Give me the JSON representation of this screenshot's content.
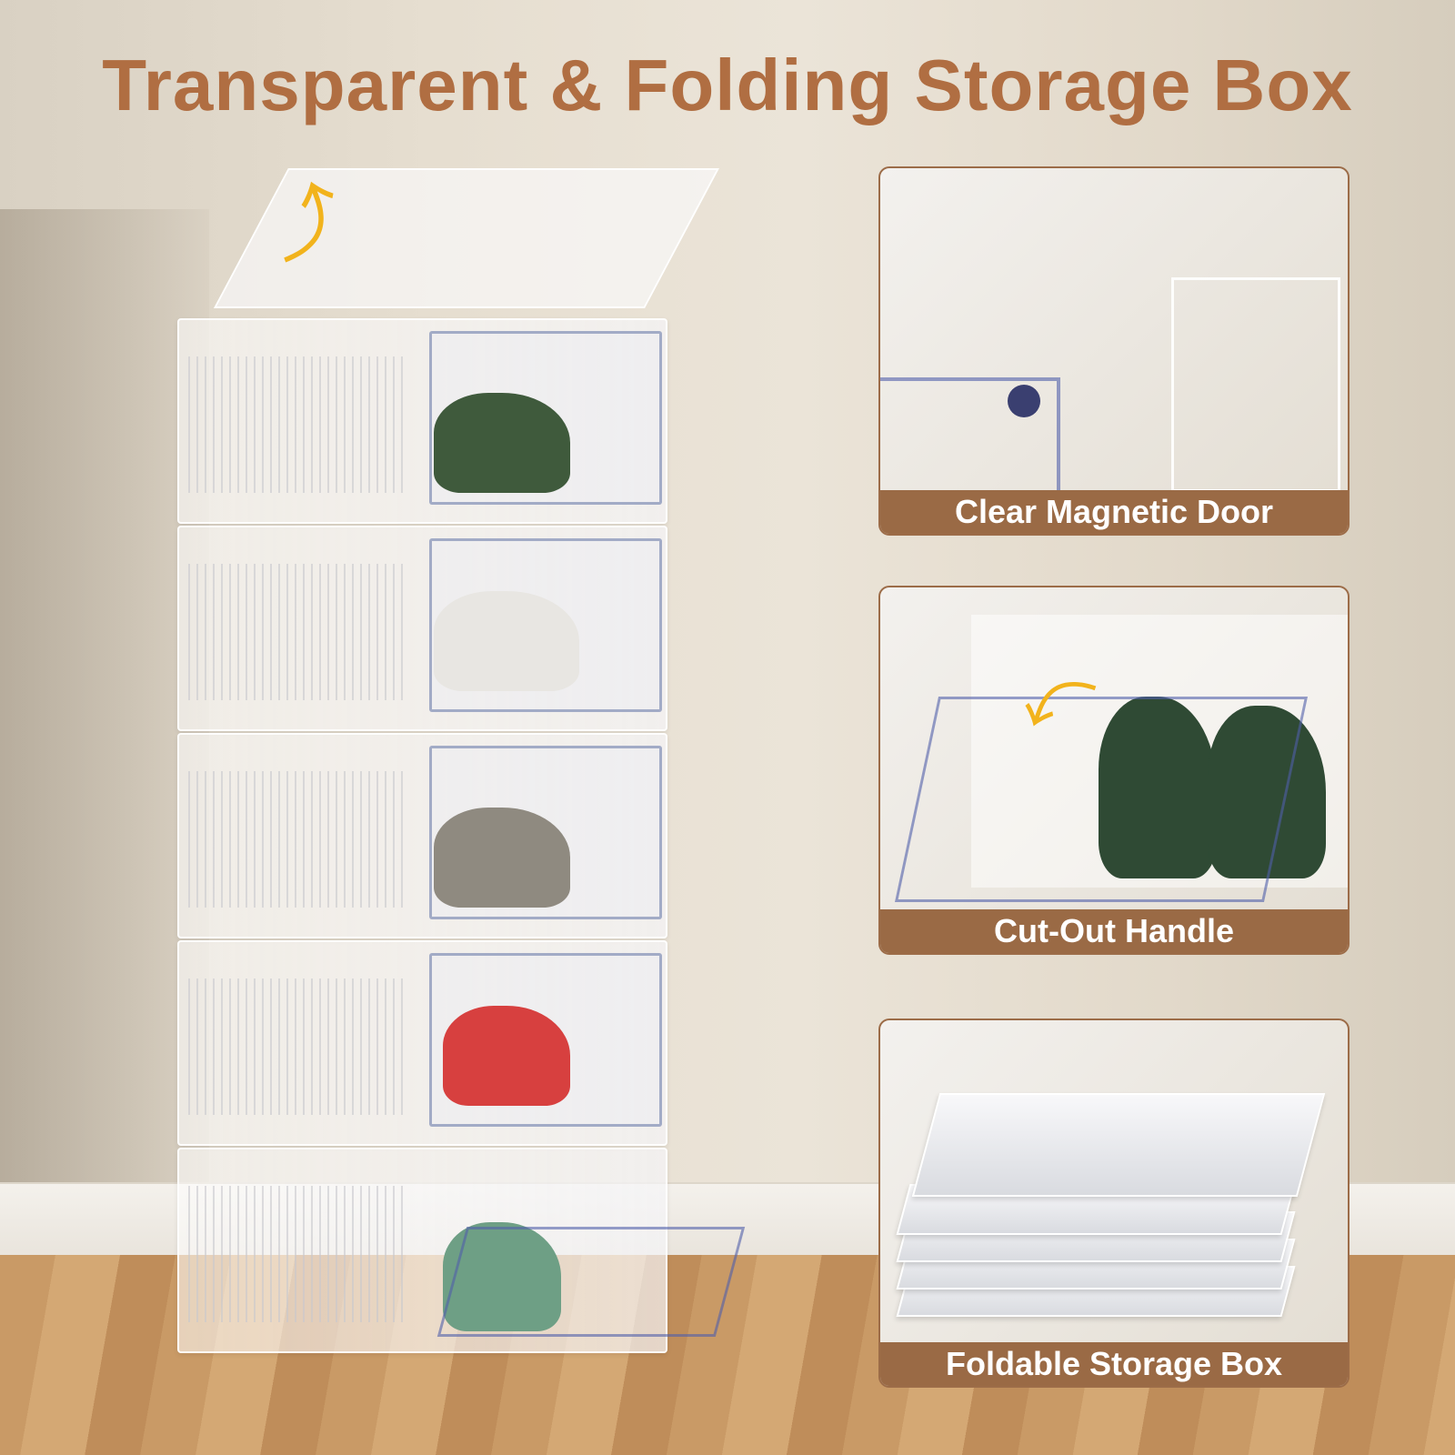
{
  "title": "Transparent & Folding Storage Box",
  "features": [
    {
      "label": "Clear Magnetic Door"
    },
    {
      "label": "Cut-Out Handle"
    },
    {
      "label": "Foldable Storage Box"
    }
  ],
  "colors": {
    "title": "#b06e42",
    "caption_bar": "#9a6a45",
    "arrow": "#f2b31c"
  }
}
